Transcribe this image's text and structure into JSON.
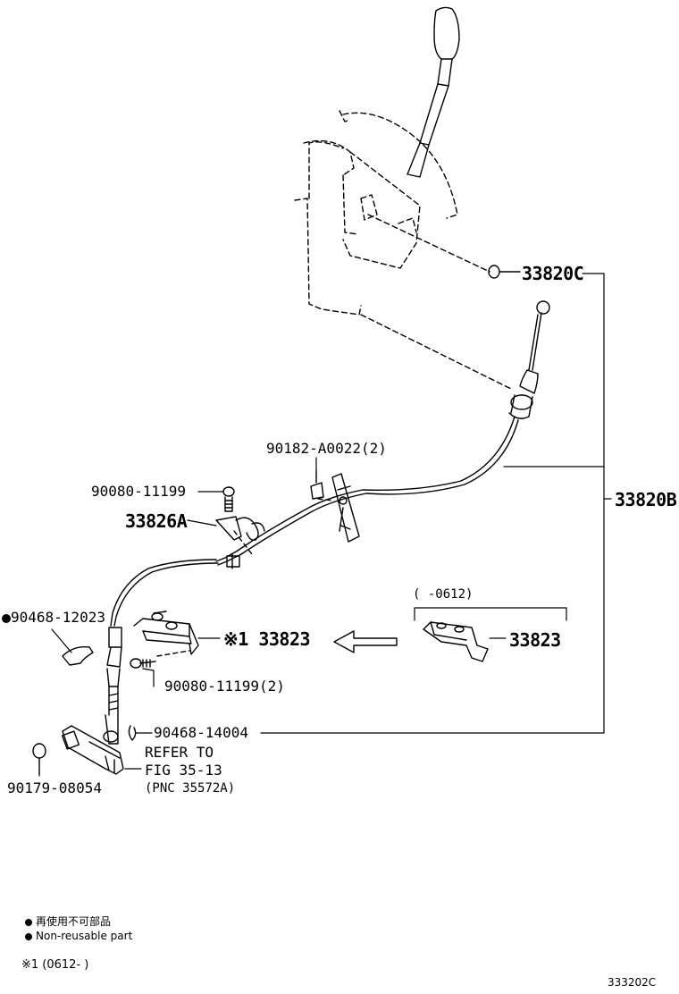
{
  "parts": {
    "p33820C": "33820C",
    "p33820B": "33820B",
    "p90182": "90182-A0022(2)",
    "p90080a": "90080-11199",
    "p33826A": "33826A",
    "p90468_12023": "90468-12023",
    "p33823_note": "※1 33823",
    "p33823_alt": "33823",
    "p90080b": "90080-11199(2)",
    "p90468_14004": "90468-14004",
    "p90179": "90179-08054",
    "refer_line1": "REFER TO",
    "refer_line2": "FIG 35-13",
    "refer_line3": "(PNC 35572A)",
    "date_range_alt": "(      -0612)"
  },
  "legend": {
    "line1": "再使用不可部品",
    "line2": "Non-reusable part",
    "note": "※1 (0612-        )"
  },
  "figure_id": "333202C"
}
